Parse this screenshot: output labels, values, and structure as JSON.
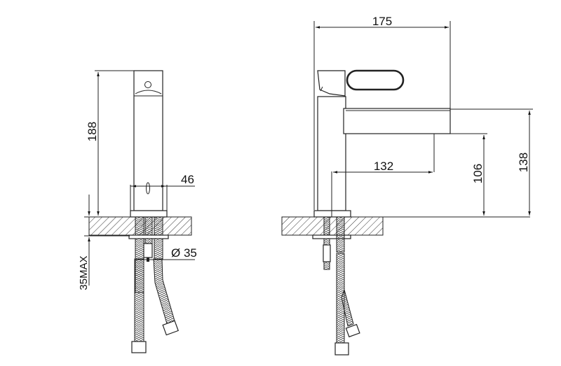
{
  "drawing": {
    "title": "Basin mixer tap technical drawing",
    "views": [
      "front-view",
      "side-view"
    ],
    "line_color": "#222222",
    "background": "#ffffff"
  },
  "front_view": {
    "height_label": "188",
    "body_width_label": "46",
    "hole_diameter_label": "Ø 35",
    "max_thickness_label": "35MAX"
  },
  "side_view": {
    "overall_length_label": "175",
    "spout_reach_label": "132",
    "spout_outlet_height_label": "106",
    "spout_top_height_label": "138"
  }
}
